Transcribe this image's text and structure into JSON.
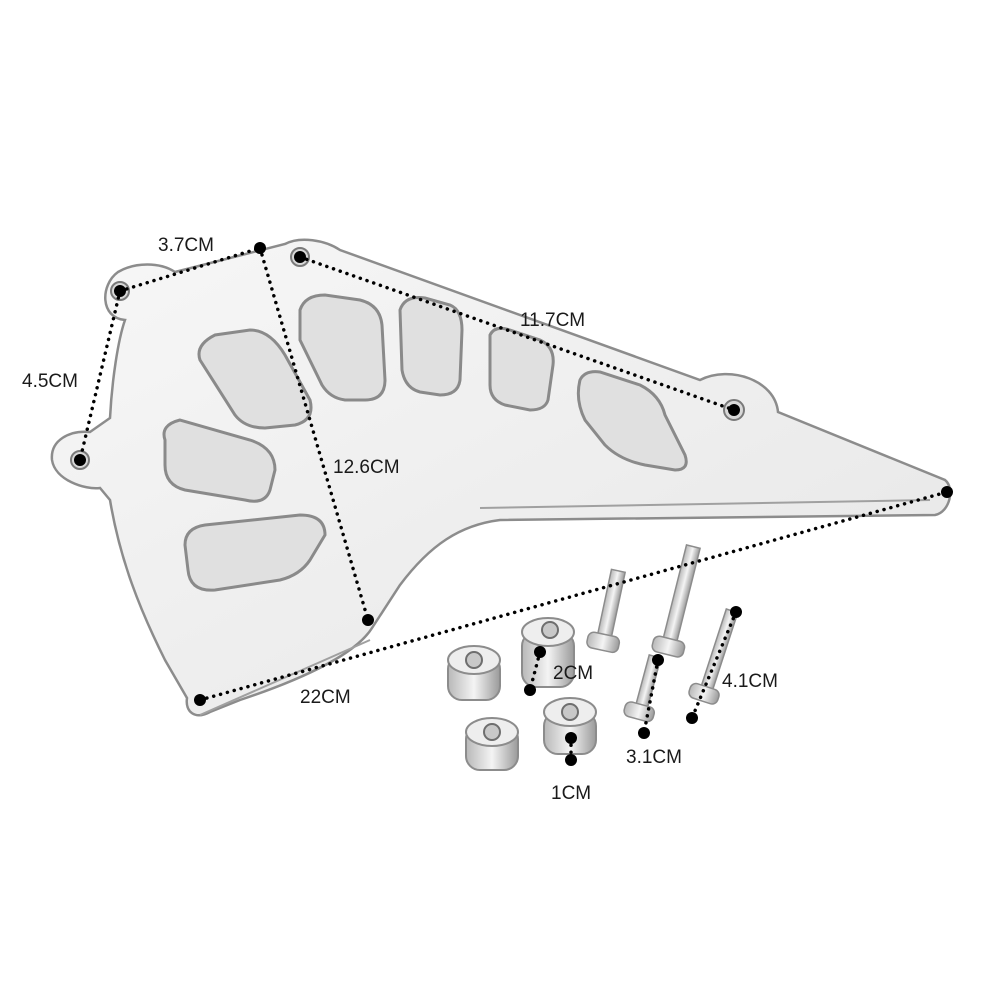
{
  "measurements": {
    "top_width": "3.7CM",
    "left_height": "4.5CM",
    "top_diagonal": "11.7CM",
    "center_height": "12.6CM",
    "bottom_length": "22CM",
    "spacer_height": "2CM",
    "spacer_small": "1CM",
    "bolt_short": "3.1CM",
    "bolt_long": "4.1CM"
  },
  "colors": {
    "background": "#ffffff",
    "metal_fill": "#f2f2f2",
    "metal_edge": "#8c8c8c",
    "cutout_fill": "#e0e0e0",
    "dot": "#000000"
  }
}
